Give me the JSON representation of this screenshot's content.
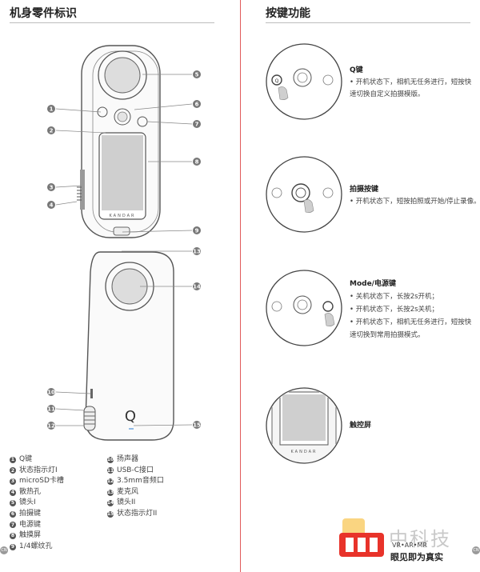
{
  "left": {
    "title": "机身零件标识",
    "legend_col1": [
      {
        "n": "1",
        "label": "Q键"
      },
      {
        "n": "2",
        "label": "状态指示灯I"
      },
      {
        "n": "3",
        "label": "microSD卡槽"
      },
      {
        "n": "4",
        "label": "散热孔"
      },
      {
        "n": "5",
        "label": "镜头I"
      },
      {
        "n": "6",
        "label": "拍摄键"
      },
      {
        "n": "7",
        "label": "电源键"
      },
      {
        "n": "8",
        "label": "触摸屏"
      },
      {
        "n": "9",
        "label": "1/4螺纹孔"
      }
    ],
    "legend_col2": [
      {
        "n": "10",
        "label": "扬声器"
      },
      {
        "n": "11",
        "label": "USB-C接口"
      },
      {
        "n": "12",
        "label": "3.5mm音频口"
      },
      {
        "n": "13",
        "label": "麦克风"
      },
      {
        "n": "14",
        "label": "镜头II"
      },
      {
        "n": "15",
        "label": "状态指示灯II"
      }
    ],
    "brand": "KANDAR",
    "page_marker": "CN"
  },
  "right": {
    "title": "按键功能",
    "sections": [
      {
        "heading": "Q键",
        "lines": [
          "• 开机状态下，相机无任务进行，短按快",
          "速切换自定义拍摄模版。"
        ]
      },
      {
        "heading": "拍摄按键",
        "lines": [
          "• 开机状态下，短按拍照或开始/停止录像。"
        ]
      },
      {
        "heading": "Mode/电源键",
        "lines": [
          "• 关机状态下，长按2s开机；",
          "• 开机状态下，长按2s关机；",
          "• 开机状态下，相机无任务进行，短按快",
          "速切换到常用拍摄模式。"
        ]
      },
      {
        "heading": "触控屏",
        "lines": []
      }
    ],
    "page_marker": "CN"
  },
  "watermark": {
    "chars": "中科技",
    "tag": "VR•AR•MR",
    "slogan": "眼见即为真实",
    "logo_colors": [
      "#e8332a",
      "#f5b21a"
    ]
  }
}
